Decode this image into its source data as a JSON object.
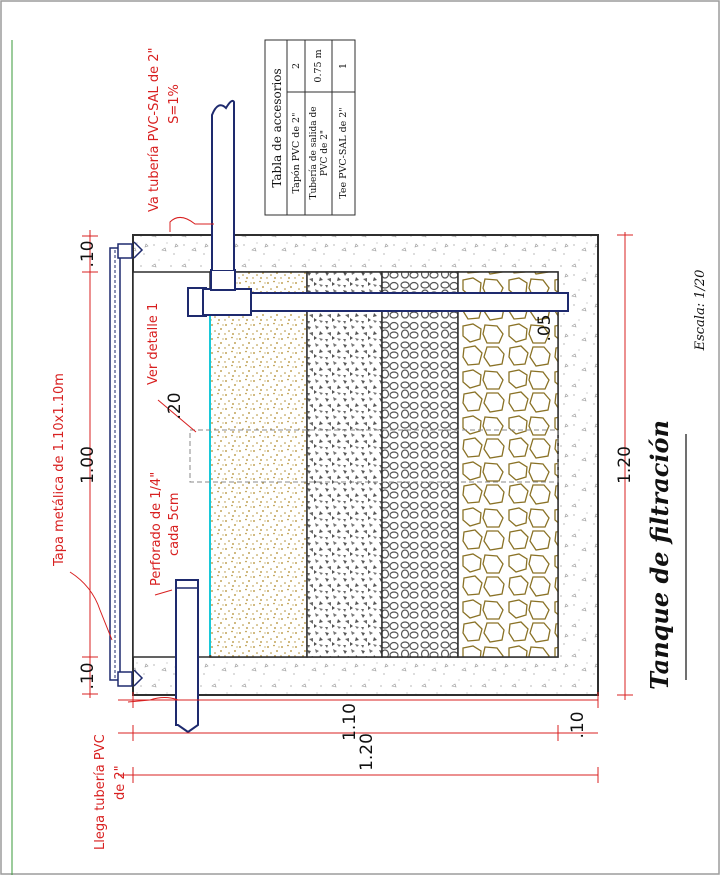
{
  "title": "Tanque de filtración",
  "scale": "Escala: 1/20",
  "annotations": {
    "outlet": "Va tubería PVC-SAL de 2\"",
    "slope": "S=1%",
    "cover": "Tapa metálica de 1.10x1.10m",
    "detail": "Ver detalle 1",
    "perforated_line1": "Perforado de 1/4\"",
    "perforated_line2": "cada 5cm",
    "inlet_line1": "Llega tubería PVC",
    "inlet_line2": "de 2\""
  },
  "dimensions": {
    "top_left": ".10",
    "top_middle": "1.00",
    "top_right": ".10",
    "inner_width": "1.10",
    "outer_width": "1.20",
    "wall_bottom": ".10",
    "height": "1.20",
    "spacing": ".20",
    "gap": ".05"
  },
  "accessories_table": {
    "title": "Tabla de accesorios",
    "rows": [
      {
        "item": "Tapón PVC de 2\"",
        "qty": "2"
      },
      {
        "item_line1": "Tubería de salida de",
        "item_line2": "PVC de 2\"",
        "qty": "0.75 m"
      },
      {
        "item": "Tee PVC-SAL de 2\"",
        "qty": "1"
      }
    ]
  },
  "colors": {
    "line": "#2f2f2f",
    "red": "#d82020",
    "pipe": "#1e2a6e",
    "water": "#18c8d8",
    "sand": "#b08a2a",
    "stone": "#8a7226"
  }
}
